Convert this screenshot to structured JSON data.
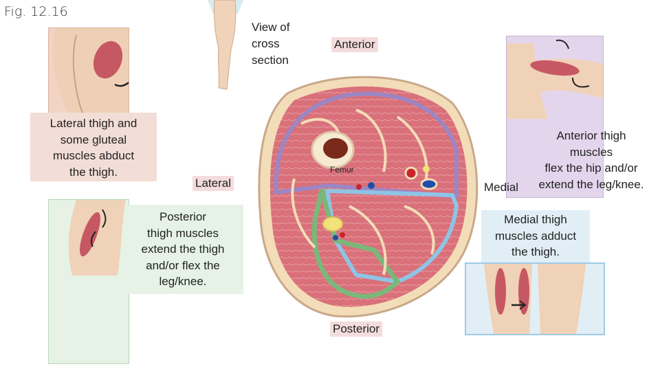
{
  "figure_label": "Fig. 12.16",
  "view_note": [
    "View of",
    "cross",
    "section"
  ],
  "orientation": {
    "anterior": "Anterior",
    "posterior": "Posterior",
    "lateral": "Lateral",
    "medial": "Medial"
  },
  "structure_label": "Femur",
  "captions": {
    "lateral_group": [
      "Lateral thigh and",
      "some gluteal",
      "muscles abduct",
      "the thigh."
    ],
    "posterior_group": [
      "Posterior",
      "thigh muscles",
      "extend the thigh",
      "and/or flex the",
      "leg/knee."
    ],
    "anterior_group": [
      "Anterior thigh",
      "muscles",
      "flex  the hip and/or",
      "extend the leg/knee."
    ],
    "medial_group": [
      "Medial thigh",
      "muscles adduct",
      "the thigh."
    ]
  },
  "colors": {
    "lateral_panel": "#f2d3c4",
    "lateral_caption": "#f2ded6",
    "posterior_panel": "#e6f2e6",
    "anterior_panel": "#e3d6ec",
    "medial_panel": "#e2eef6",
    "muscle": "#d9707a",
    "fascia_posterior": "#7ab87a",
    "fascia_anterior": "#9c86c4",
    "fascia_medial": "#8ec4e6",
    "skin": "#f3ddb8"
  }
}
